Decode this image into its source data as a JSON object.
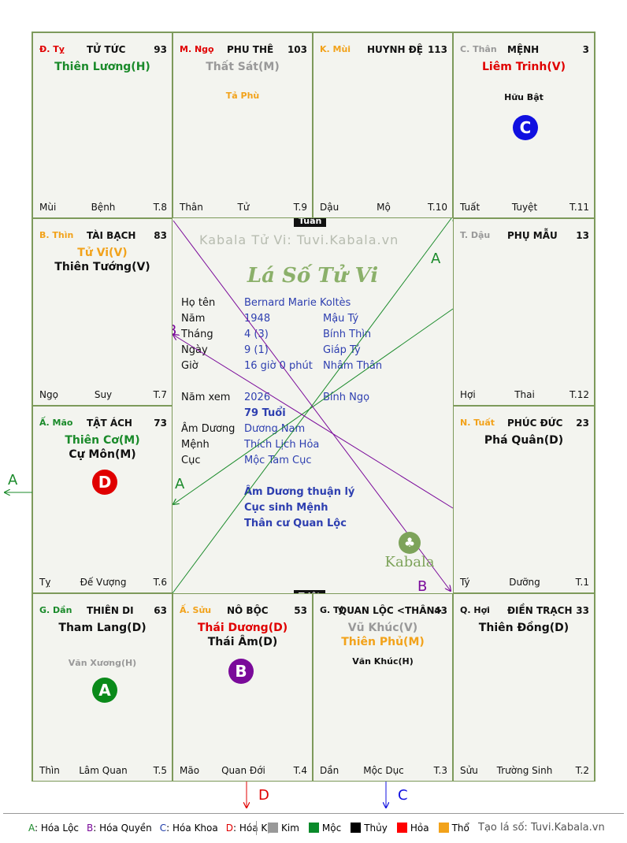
{
  "center": {
    "tuan": "Tuần",
    "triet": "Triệt",
    "watermark": "Kabala Tử Vi: Tuvi.Kabala.vn",
    "title": "Lá Số Tử Vi",
    "rows": [
      {
        "label": "Họ tên",
        "v1": "Bernard Marie Koltès",
        "v2": ""
      },
      {
        "label": "Năm",
        "v1": "1948",
        "v2": "Mậu Tý"
      },
      {
        "label": "Tháng",
        "v1": "4  (3)",
        "v2": "Bính Thìn"
      },
      {
        "label": "Ngày",
        "v1": "9  (1)",
        "v2": "Giáp Tý"
      },
      {
        "label": "Giờ",
        "v1": "16 giờ 0 phút",
        "v2": "Nhâm Thân"
      }
    ],
    "nam_xem_label": "Năm xem",
    "nam_xem": "2026",
    "nam_xem_can_chi": "Bính Ngọ",
    "tuoi": "79 Tuổi",
    "rows2": [
      {
        "label": "Âm Dương",
        "v1": "Dương Nam"
      },
      {
        "label": "Mệnh",
        "v1": "Thích Lịch Hỏa"
      },
      {
        "label": "Cục",
        "v1": "Mộc Tam Cục"
      }
    ],
    "notes": [
      "Âm Dương thuận lý",
      "Cục sinh Mệnh",
      "Thân cư Quan Lộc"
    ],
    "brand": "Kabala"
  },
  "cells": [
    {
      "branch": "Đ. Tỵ",
      "branch_color": "#e00000",
      "name": "TỬ TỨC",
      "num": "93",
      "stars": [
        {
          "t": "Thiên Lương(H)",
          "c": "green"
        }
      ],
      "minors": [],
      "foot": [
        "Mùi",
        "Bệnh",
        "T.8"
      ]
    },
    {
      "branch": "M. Ngọ",
      "branch_color": "#e00000",
      "name": "PHU THÊ",
      "num": "103",
      "stars": [
        {
          "t": "Thất Sát(M)",
          "c": "gray"
        }
      ],
      "minors": [
        {
          "t": "Tả Phù",
          "c": "orange"
        }
      ],
      "foot": [
        "Thân",
        "Tử",
        "T.9"
      ]
    },
    {
      "branch": "K. Mùi",
      "branch_color": "#f2a21a",
      "name": "HUYNH ĐỆ",
      "num": "113",
      "stars": [],
      "minors": [],
      "foot": [
        "Dậu",
        "Mộ",
        "T.10"
      ]
    },
    {
      "branch": "C. Thân",
      "branch_color": "#999999",
      "name": "MỆNH",
      "num": "3",
      "stars": [
        {
          "t": "Liêm Trinh(V)",
          "c": "red"
        }
      ],
      "minors": [
        {
          "t": "Hữu Bật",
          "c": "black"
        }
      ],
      "foot": [
        "Tuất",
        "Tuyệt",
        "T.11"
      ]
    },
    {
      "branch": "B. Thìn",
      "branch_color": "#f2a21a",
      "name": "TÀI BẠCH",
      "num": "83",
      "stars": [
        {
          "t": "Tử Vi(V)",
          "c": "orange"
        },
        {
          "t": "Thiên Tướng(V)",
          "c": "black"
        }
      ],
      "minors": [],
      "foot": [
        "Ngọ",
        "Suy",
        "T.7"
      ]
    },
    {
      "branch": "T. Dậu",
      "branch_color": "#999999",
      "name": "PHỤ MẪU",
      "num": "13",
      "stars": [],
      "minors": [],
      "foot": [
        "Hợi",
        "Thai",
        "T.12"
      ]
    },
    {
      "branch": "Ấ. Mão",
      "branch_color": "#1a8a2a",
      "name": "TẬT ÁCH",
      "num": "73",
      "stars": [
        {
          "t": "Thiên Cơ(M)",
          "c": "green"
        },
        {
          "t": "Cự Môn(M)",
          "c": "black"
        }
      ],
      "minors": [],
      "foot": [
        "Tỵ",
        "Đế Vượng",
        "T.6"
      ]
    },
    {
      "branch": "N. Tuất",
      "branch_color": "#f2a21a",
      "name": "PHÚC ĐỨC",
      "num": "23",
      "stars": [
        {
          "t": "Phá Quân(D)",
          "c": "black"
        }
      ],
      "minors": [],
      "foot": [
        "Tý",
        "Dưỡng",
        "T.1"
      ]
    },
    {
      "branch": "G. Dần",
      "branch_color": "#1a8a2a",
      "name": "THIÊN DI",
      "num": "63",
      "stars": [
        {
          "t": "Tham Lang(D)",
          "c": "black"
        }
      ],
      "minors": [
        {
          "t": "Văn Xương(H)",
          "c": "gray"
        }
      ],
      "foot": [
        "Thìn",
        "Lâm Quan",
        "T.5"
      ]
    },
    {
      "branch": "Ấ. Sửu",
      "branch_color": "#f2a21a",
      "name": "NÔ BỘC",
      "num": "53",
      "stars": [
        {
          "t": "Thái Dương(D)",
          "c": "red"
        },
        {
          "t": "Thái Âm(D)",
          "c": "black"
        }
      ],
      "minors": [],
      "foot": [
        "Mão",
        "Quan Đới",
        "T.4"
      ]
    },
    {
      "branch": "G. Tý",
      "branch_color": "#111111",
      "name": "QUAN LỘC <THÂN>",
      "num": "43",
      "stars": [
        {
          "t": "Vũ Khúc(V)",
          "c": "gray"
        },
        {
          "t": "Thiên Phủ(M)",
          "c": "orange"
        }
      ],
      "minors": [
        {
          "t": "Văn Khúc(H)",
          "c": "black"
        }
      ],
      "foot": [
        "Dần",
        "Mộc Dục",
        "T.3"
      ]
    },
    {
      "branch": "Q. Hợi",
      "branch_color": "#111111",
      "name": "ĐIỀN TRẠCH",
      "num": "33",
      "stars": [
        {
          "t": "Thiên Đồng(D)",
          "c": "black"
        }
      ],
      "minors": [],
      "foot": [
        "Sửu",
        "Trường Sinh",
        "T.2"
      ]
    }
  ],
  "markers": [
    {
      "letter": "C",
      "color": "#1010e0"
    },
    {
      "letter": "D",
      "color": "#e00000"
    },
    {
      "letter": "A",
      "color": "#0a8a1a"
    },
    {
      "letter": "B",
      "color": "#7a0a9a"
    }
  ],
  "arrow_labels": {
    "A": "A",
    "B": "B",
    "C": "C",
    "D": "D"
  },
  "legend": {
    "hoa": [
      {
        "k": "A",
        "t": ": Hóa Lộc",
        "c": "#1a8a2a"
      },
      {
        "k": "B",
        "t": ": Hóa Quyền",
        "c": "#7a0a9a"
      },
      {
        "k": "C",
        "t": ": Hóa Khoa",
        "c": "#1c3aa8"
      },
      {
        "k": "D",
        "t": ": Hóa Kị",
        "c": "#e00000"
      }
    ],
    "elements": [
      {
        "t": "Kim",
        "c": "#999999"
      },
      {
        "t": "Mộc",
        "c": "#0a8a2a"
      },
      {
        "t": "Thủy",
        "c": "#000000"
      },
      {
        "t": "Hỏa",
        "c": "#ff0000"
      },
      {
        "t": "Thổ",
        "c": "#f2a21a"
      }
    ],
    "footer": "Tạo lá số: Tuvi.Kabala.vn"
  }
}
